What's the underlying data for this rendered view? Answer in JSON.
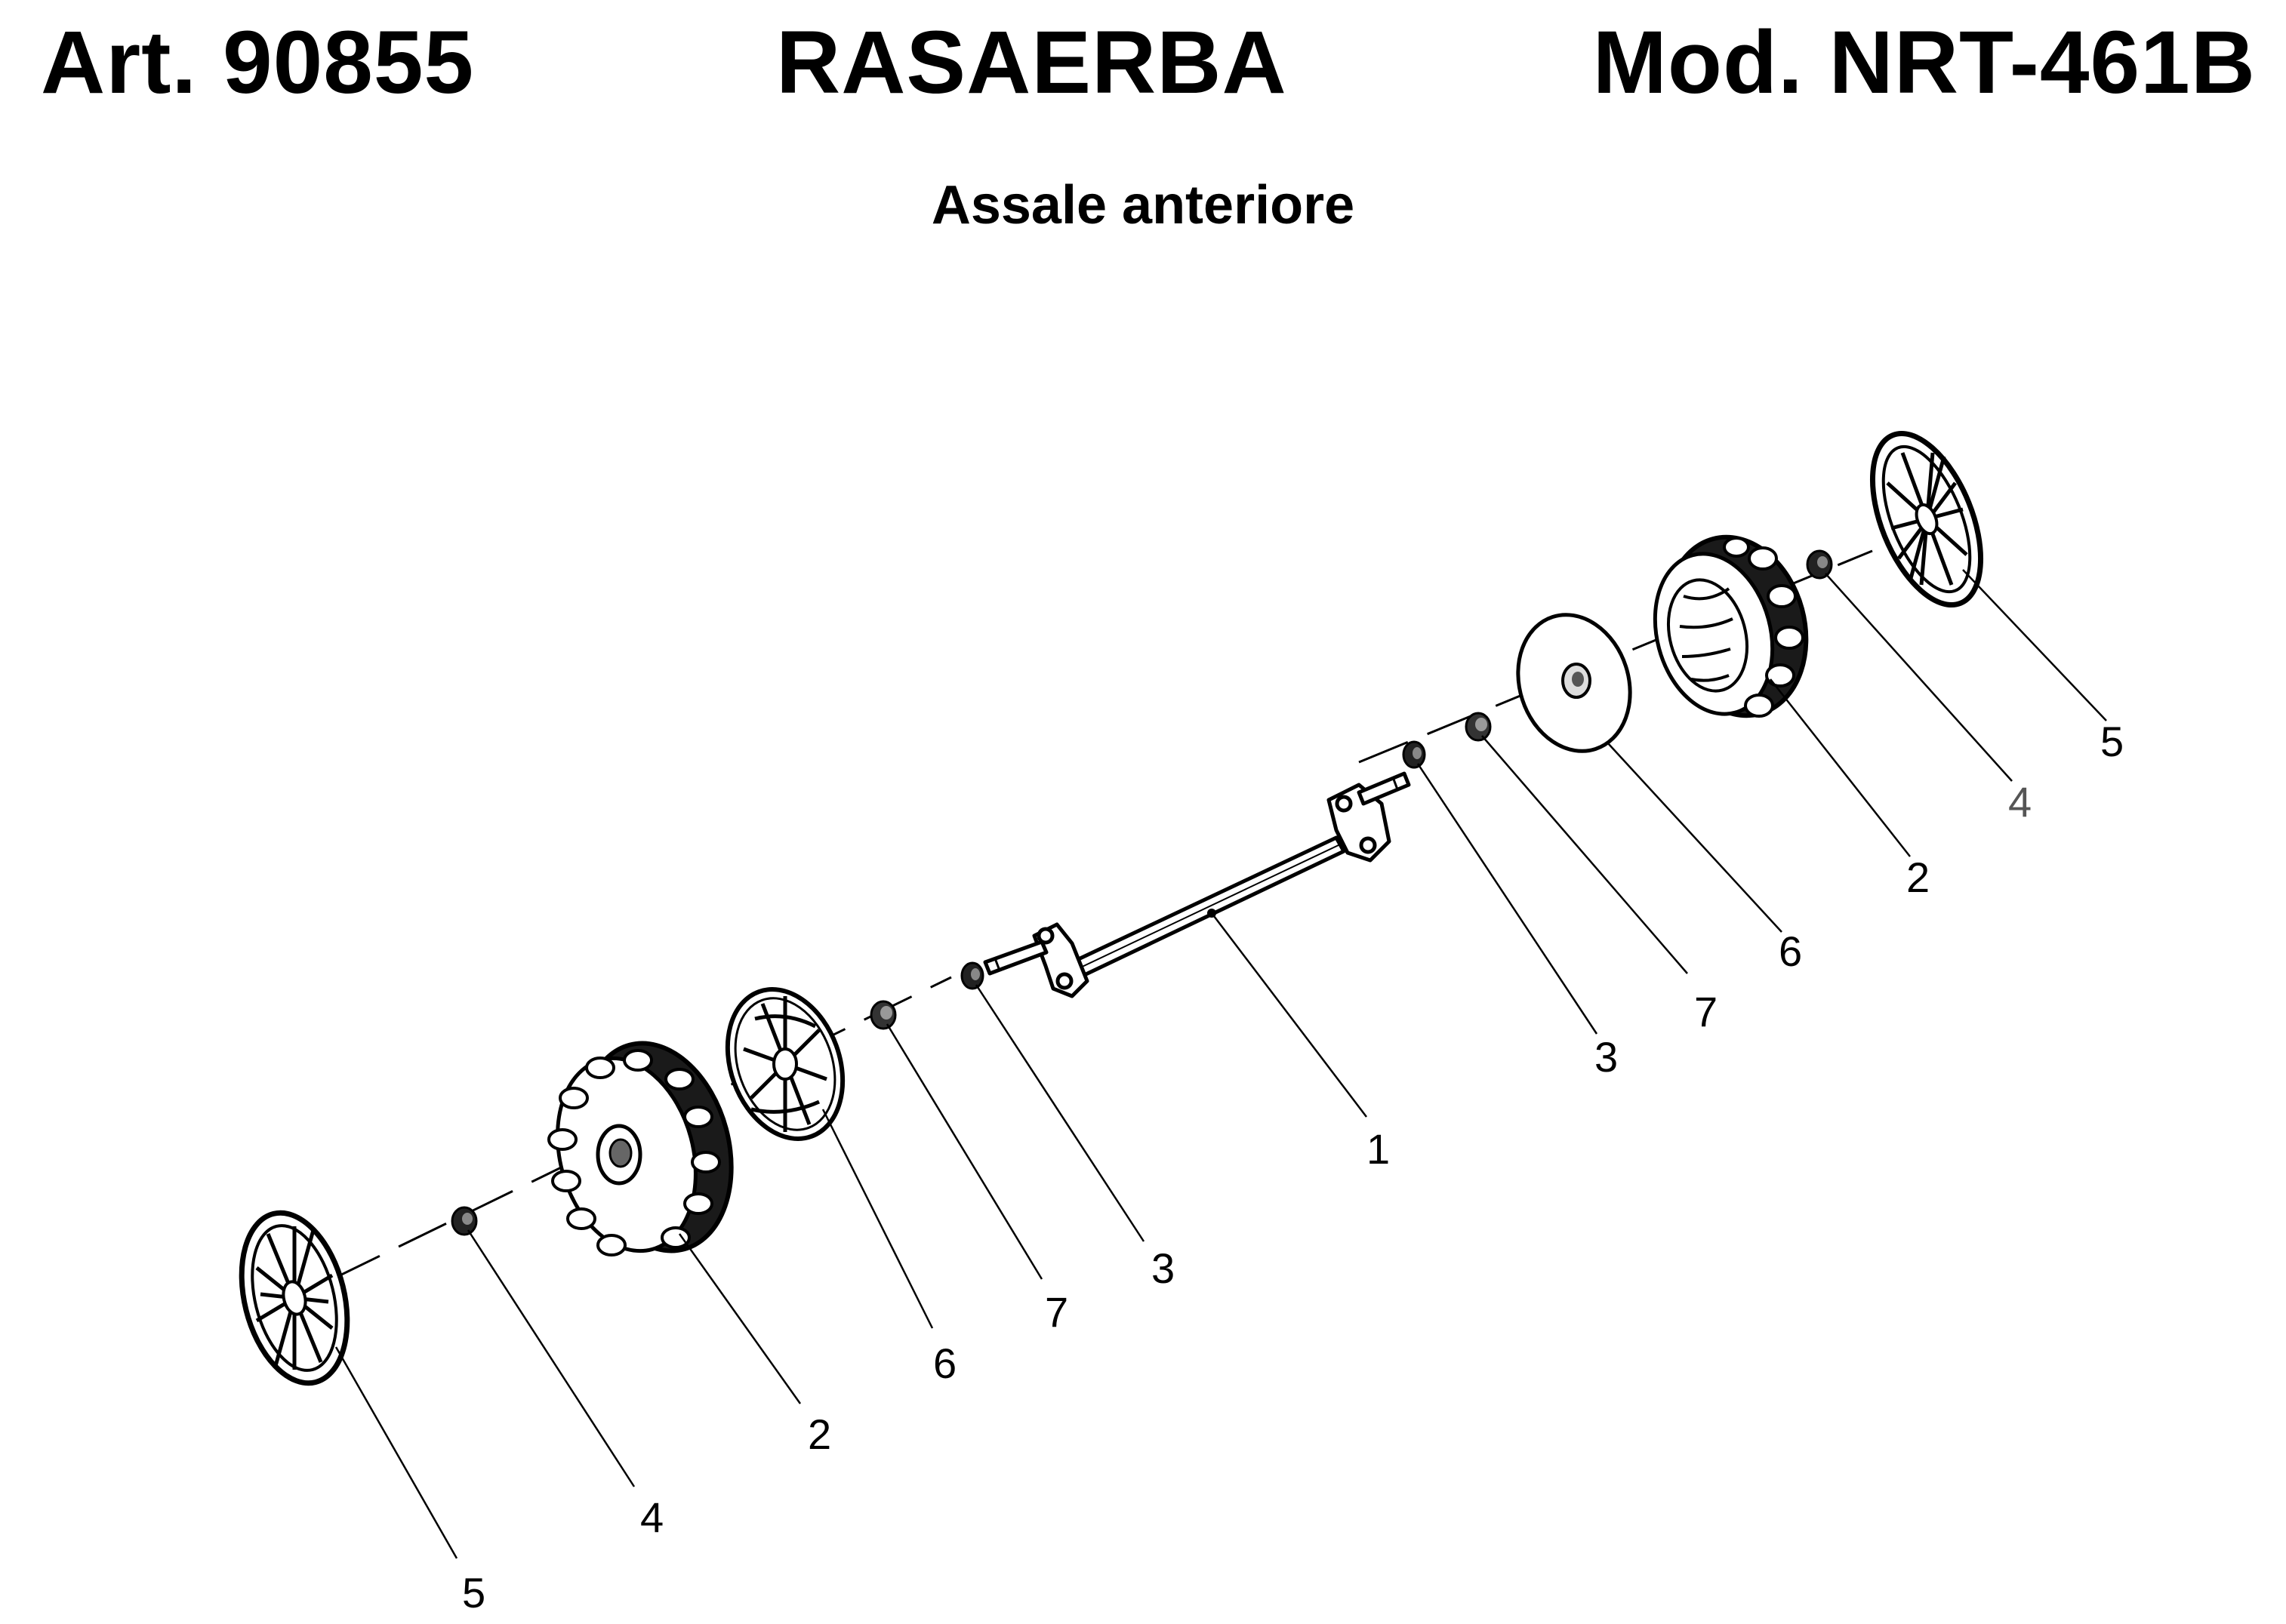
{
  "header": {
    "article": "Art. 90855",
    "product": "RASAERBA",
    "model": "Mod. NRT-461B"
  },
  "section_title": "Assale anteriore",
  "callouts": {
    "axle": "1",
    "left_tire": "2",
    "right_tire": "2",
    "left_spacer": "3",
    "right_spacer": "3",
    "left_nut": "4",
    "right_nut": "4",
    "left_hubcap": "5",
    "right_hubcap": "5",
    "left_rim_disc": "6",
    "right_rim_disc": "6",
    "left_bushing": "7",
    "right_bushing": "7"
  }
}
